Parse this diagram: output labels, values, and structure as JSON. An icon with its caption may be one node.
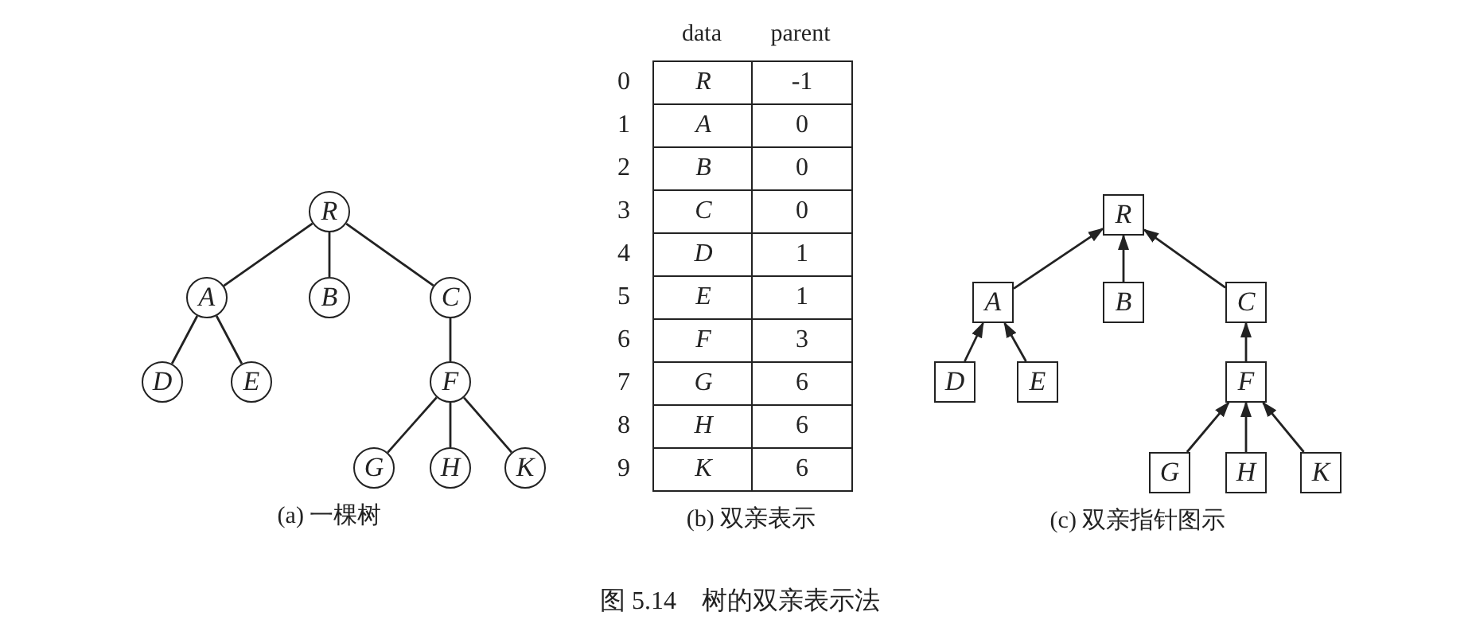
{
  "diagram": {
    "caption": "图 5.14　树的双亲表示法",
    "nodes": [
      {
        "text": [
          "R"
        ]
      },
      {
        "text": [
          "A"
        ]
      },
      {
        "text": [
          "B"
        ]
      },
      {
        "text": [
          "C"
        ]
      },
      {
        "text": [
          "D"
        ]
      },
      {
        "text": [
          "E"
        ]
      },
      {
        "text": [
          "F"
        ]
      },
      {
        "text": [
          "G"
        ]
      },
      {
        "text": [
          "H"
        ]
      },
      {
        "text": [
          "K"
        ]
      },
      {
        "text": [
          "R"
        ]
      },
      {
        "text": [
          "A"
        ]
      },
      {
        "text": [
          "B"
        ]
      },
      {
        "text": [
          "C"
        ]
      },
      {
        "text": [
          "D"
        ]
      },
      {
        "text": [
          "E"
        ]
      },
      {
        "text": [
          "F"
        ]
      },
      {
        "text": [
          "G"
        ]
      },
      {
        "text": [
          "H"
        ]
      },
      {
        "text": [
          "K"
        ]
      }
    ],
    "edges": [
      {
        "from": 0,
        "to": 1,
        "arrow": "none"
      },
      {
        "from": 0,
        "to": 2,
        "arrow": "none"
      },
      {
        "from": 0,
        "to": 3,
        "arrow": "none"
      },
      {
        "from": 1,
        "to": 4,
        "arrow": "none"
      },
      {
        "from": 1,
        "to": 5,
        "arrow": "none"
      },
      {
        "from": 3,
        "to": 6,
        "arrow": "none"
      },
      {
        "from": 6,
        "to": 7,
        "arrow": "none"
      },
      {
        "from": 6,
        "to": 8,
        "arrow": "none"
      },
      {
        "from": 6,
        "to": 9,
        "arrow": "none"
      },
      {
        "from": 11,
        "to": 10,
        "arrow": "to"
      },
      {
        "from": 12,
        "to": 10,
        "arrow": "to"
      },
      {
        "from": 13,
        "to": 10,
        "arrow": "to"
      },
      {
        "from": 14,
        "to": 11,
        "arrow": "to"
      },
      {
        "from": 15,
        "to": 11,
        "arrow": "to"
      },
      {
        "from": 16,
        "to": 13,
        "arrow": "to"
      },
      {
        "from": 17,
        "to": 16,
        "arrow": "to"
      },
      {
        "from": 18,
        "to": 16,
        "arrow": "to"
      },
      {
        "from": 19,
        "to": 16,
        "arrow": "to"
      }
    ],
    "labels": [
      "(a) 一棵树",
      "data",
      "parent",
      "0",
      "R",
      "-1",
      "1",
      "A",
      "0",
      "2",
      "B",
      "0",
      "3",
      "C",
      "0",
      "4",
      "D",
      "1",
      "5",
      "E",
      "1",
      "6",
      "F",
      "3",
      "7",
      "G",
      "6",
      "8",
      "H",
      "6",
      "9",
      "K",
      "6",
      "(b) 双亲表示",
      "(c) 双亲指针图示"
    ]
  }
}
